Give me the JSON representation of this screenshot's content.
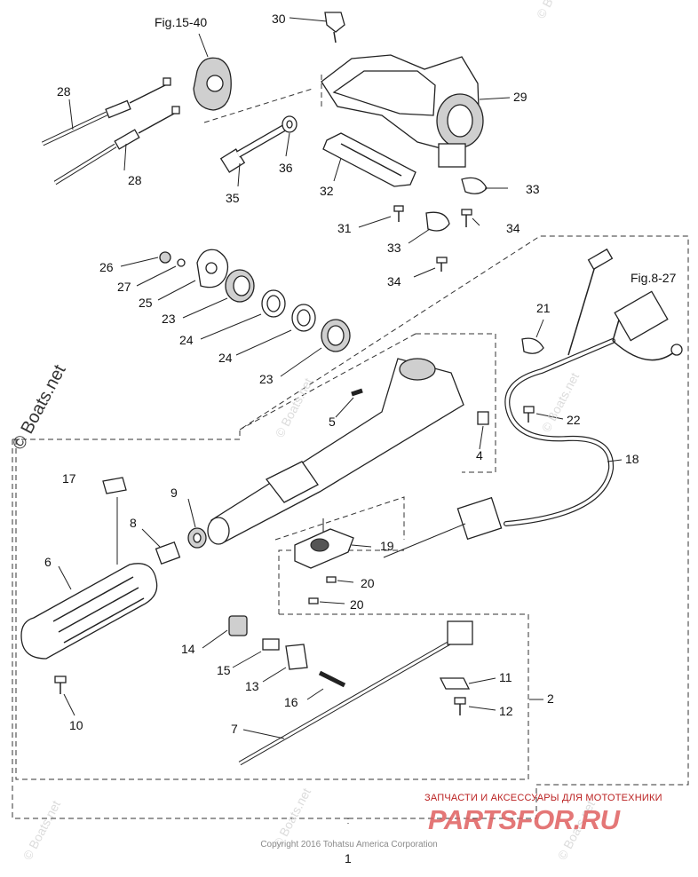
{
  "diagram": {
    "watermark_side": "© Boats.net",
    "watermark_repeat": "© Boats.net",
    "copyright": "Copyright 2016 Tohatsu America Corporation",
    "ad_line1": "ЗАПЧАСТИ И АКСЕССУАРЫ ДЛЯ МОТОТЕХНИКИ",
    "ad_line2": "PARTSFOR.RU",
    "refs": {
      "fig15": "Fig.15-40",
      "fig8": "Fig.8-27"
    },
    "callouts": {
      "c1": "1",
      "c2": "2",
      "c4": "4",
      "c5": "5",
      "c6": "6",
      "c7": "7",
      "c8": "8",
      "c9": "9",
      "c10": "10",
      "c11": "11",
      "c12": "12",
      "c13": "13",
      "c14": "14",
      "c15": "15",
      "c16": "16",
      "c17": "17",
      "c18": "18",
      "c19": "19",
      "c20a": "20",
      "c20b": "20",
      "c21": "21",
      "c22": "22",
      "c23a": "23",
      "c23b": "23",
      "c24a": "24",
      "c24b": "24",
      "c25": "25",
      "c26": "26",
      "c27": "27",
      "c28a": "28",
      "c28b": "28",
      "c29": "29",
      "c30": "30",
      "c31": "31",
      "c32": "32",
      "c33a": "33",
      "c33b": "33",
      "c34a": "34",
      "c34b": "34",
      "c35": "35",
      "c36": "36"
    }
  }
}
